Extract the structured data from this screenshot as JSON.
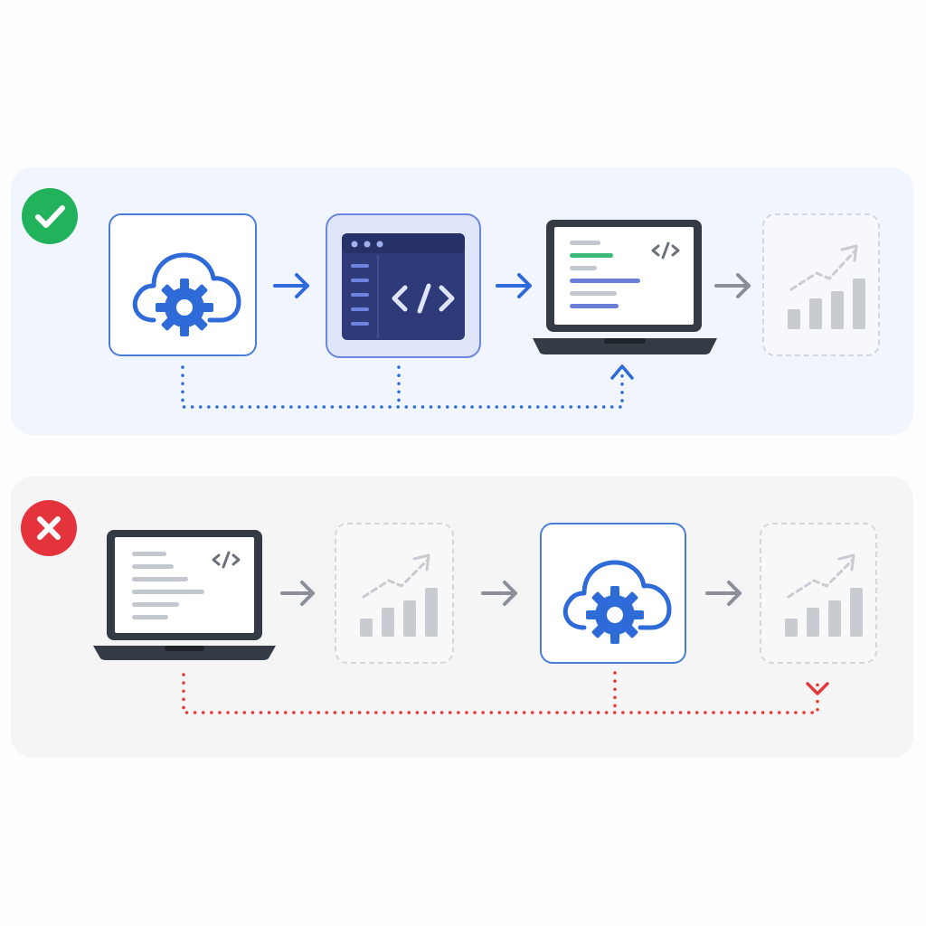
{
  "colors": {
    "good_badge": "#22b25c",
    "bad_badge": "#e5333d",
    "accent_blue": "#2f6ad9",
    "accent_red": "#e53939",
    "editor_dark": "#2e3b78",
    "laptop_dark": "#353b45",
    "muted_gray": "#8a8f98",
    "placeholder_gray": "#c8cbd0"
  },
  "rows": [
    {
      "status": "correct",
      "badge_icon": "check-icon",
      "steps": [
        "cloud-gear-icon",
        "code-editor-icon",
        "laptop-code-icon",
        "growth-chart-icon"
      ],
      "connector": "dotted-blue"
    },
    {
      "status": "incorrect",
      "badge_icon": "cross-icon",
      "steps": [
        "laptop-code-icon",
        "growth-chart-icon",
        "cloud-gear-icon",
        "growth-chart-icon"
      ],
      "connector": "dotted-red"
    }
  ]
}
